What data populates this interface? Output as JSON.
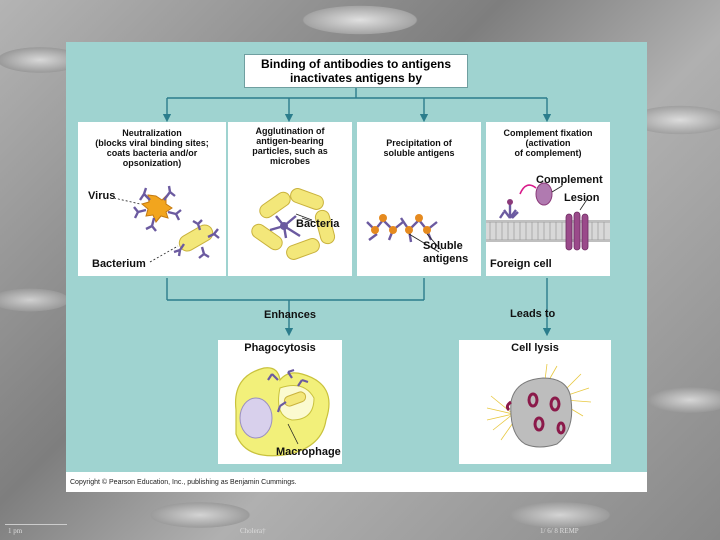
{
  "title": "Binding of antibodies to antigens inactivates antigens by",
  "mechanisms": [
    {
      "caption_lines": [
        "Neutralization",
        "(blocks viral binding sites;",
        "coats bacteria and/or",
        "opsonization)"
      ],
      "labels": [
        "Virus",
        "Bacterium"
      ]
    },
    {
      "caption_lines": [
        "Agglutination of",
        "antigen-bearing",
        "particles, such as",
        "microbes"
      ],
      "labels": [
        "Bacteria"
      ]
    },
    {
      "caption_lines": [
        "Precipitation of",
        "soluble antigens"
      ],
      "labels": [
        "Soluble",
        "antigens"
      ]
    },
    {
      "caption_lines": [
        "Complement fixation",
        "(activation",
        "of complement)"
      ],
      "labels": [
        "Complement",
        "Lesion",
        "Foreign cell"
      ]
    }
  ],
  "enhances_label": "Enhances",
  "leads_to_label": "Leads to",
  "outcomes": {
    "phagocytosis": {
      "title": "Phagocytosis",
      "label": "Macrophage"
    },
    "cell_lysis": {
      "title": "Cell lysis"
    }
  },
  "copyright": "Copyright © Pearson Education, Inc., publishing as Benjamin Cummings.",
  "slide_footer": {
    "left": "1 pm",
    "center": "Cholera†",
    "right": "1/ 6/ 8 REMP"
  },
  "colors": {
    "panel": "#9fd3d0",
    "antibody": "#6b5aa0",
    "bacterium": "#f3e77a",
    "complement": "#8b3a7a",
    "antigen": "#e58a1f"
  }
}
